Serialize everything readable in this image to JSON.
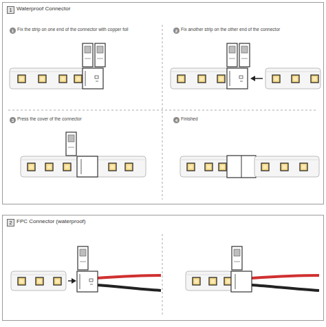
{
  "diagram": {
    "nodes": [
      {
        "text": [
          "Waterproof Connector"
        ]
      },
      {
        "text": [
          "1"
        ],
        "in": 0
      },
      {
        "text": [
          "1"
        ],
        "in": 0
      },
      {
        "text": [
          "2"
        ],
        "in": 0
      },
      {
        "text": [
          "3"
        ],
        "in": 0
      },
      {
        "text": [
          "4"
        ],
        "in": 0
      },
      {
        "text": [
          "FPC Connector (waterproof)"
        ]
      },
      {
        "text": [
          "2"
        ],
        "in": 6
      }
    ],
    "labels": [
      "Fix the strip on one end of the connector with copper foil",
      "Fix another strip on the other end of the connector",
      "Press the cover of the connector",
      "Finished"
    ]
  }
}
